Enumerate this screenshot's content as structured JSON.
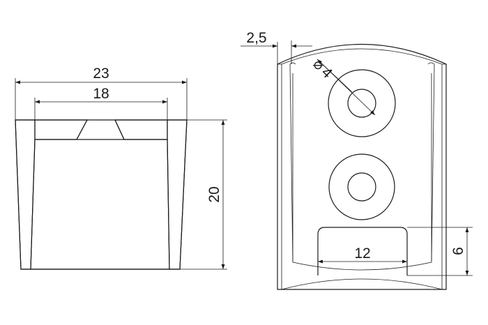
{
  "drawing": {
    "dimensions": {
      "overall_width": "23",
      "inner_width": "18",
      "height": "20",
      "wall": "2,5",
      "hole_diameter": "4",
      "slot_width": "12",
      "slot_height": "6"
    },
    "symbols": {
      "diameter": "⌀"
    }
  }
}
